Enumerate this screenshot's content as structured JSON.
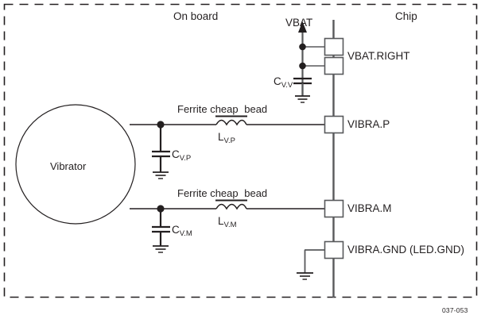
{
  "figure": {
    "id_tag": "037-053",
    "regions": [
      {
        "name": "on-board",
        "label": "On board"
      },
      {
        "name": "chip",
        "label": "Chip"
      }
    ]
  },
  "components": {
    "vibrator": {
      "label": "Vibrator"
    },
    "supply_rail": {
      "label": "VBAT"
    },
    "capacitors": [
      {
        "name": "c-vv",
        "base": "C",
        "sub": "V.V"
      },
      {
        "name": "c-vp",
        "base": "C",
        "sub": "V.P"
      },
      {
        "name": "c-vm",
        "base": "C",
        "sub": "V.M"
      }
    ],
    "ferrite_beads": [
      {
        "name": "bead-upper",
        "caption_parts": [
          "Ferrite",
          "cheap",
          "bead"
        ],
        "designator_base": "L",
        "designator_sub": "V.P"
      },
      {
        "name": "bead-lower",
        "caption_parts": [
          "Ferrite",
          "cheap",
          "bead"
        ],
        "designator_base": "L",
        "designator_sub": "V.M"
      }
    ]
  },
  "chip_pins": [
    {
      "name": "vbat-right",
      "label": "VBAT.RIGHT",
      "boxes": 2
    },
    {
      "name": "vibra-p",
      "label": "VIBRA.P",
      "boxes": 1
    },
    {
      "name": "vibra-m",
      "label": "VIBRA.M",
      "boxes": 1
    },
    {
      "name": "vibra-gnd",
      "label": "VIBRA.GND (LED.GND)",
      "boxes": 1
    }
  ],
  "colors": {
    "ink": "#231f20",
    "wire": "#58595b",
    "background": "#ffffff"
  }
}
